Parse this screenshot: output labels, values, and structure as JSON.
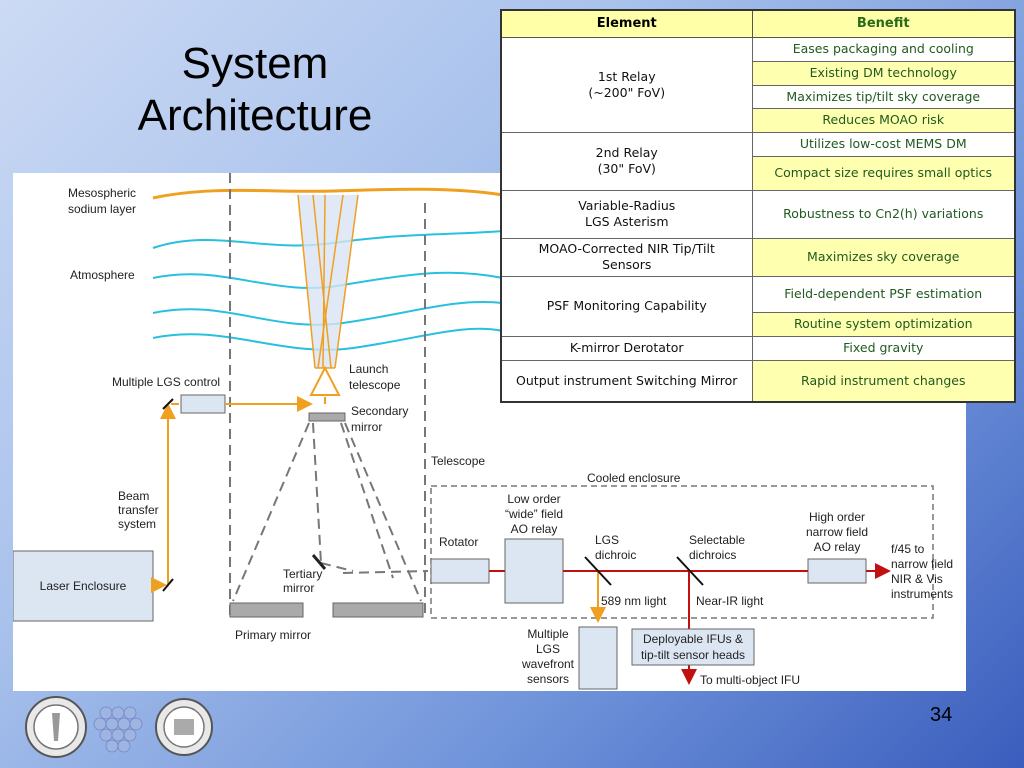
{
  "slide": {
    "title_line1": "System",
    "title_line2": "Architecture",
    "page_number": "34"
  },
  "table": {
    "headers": [
      "Element",
      "Benefit"
    ],
    "rows": [
      {
        "element_lines": [
          "1st Relay",
          "(~200\" FoV)"
        ],
        "benefits": [
          "Eases packaging and cooling",
          "Existing DM technology",
          "Maximizes tip/tilt sky coverage",
          "Reduces MOAO risk"
        ]
      },
      {
        "element_lines": [
          "2nd Relay",
          "(30\" FoV)"
        ],
        "benefits": [
          "Utilizes low-cost MEMS DM",
          "Compact size requires small optics"
        ]
      },
      {
        "element_lines": [
          "Variable-Radius",
          "LGS Asterism"
        ],
        "benefits": [
          "Robustness to Cn2(h) variations"
        ]
      },
      {
        "element_lines": [
          "MOAO-Corrected NIR Tip/Tilt",
          "Sensors"
        ],
        "benefits": [
          "Maximizes sky coverage"
        ]
      },
      {
        "element_lines": [
          "PSF Monitoring Capability"
        ],
        "benefits": [
          "Field-dependent PSF estimation",
          "Routine system optimization"
        ]
      },
      {
        "element_lines": [
          "K-mirror Derotator"
        ],
        "benefits": [
          "Fixed gravity"
        ]
      },
      {
        "element_lines": [
          "Output instrument Switching Mirror"
        ],
        "benefits": [
          "Rapid instrument changes"
        ]
      }
    ]
  },
  "diagram": {
    "mesospheric_line1": "Mesospheric",
    "mesospheric_line2": "sodium layer",
    "atmosphere": "Atmosphere",
    "multiple_lgs_control": "Multiple LGS control",
    "launch_line1": "Launch",
    "launch_line2": "telescope",
    "secondary_line1": "Secondary",
    "secondary_line2": "mirror",
    "telescope": "Telescope",
    "cooled_enclosure": "Cooled enclosure",
    "beam_line1": "Beam",
    "beam_line2": "transfer",
    "beam_line3": "system",
    "laser_enclosure": "Laser Enclosure",
    "rotator": "Rotator",
    "low_order_line1": "Low order",
    "low_order_line2": "“wide” field",
    "low_order_line3": "AO relay",
    "lgs_dichroic_line1": "LGS",
    "lgs_dichroic_line2": "dichroic",
    "selectable_line1": "Selectable",
    "selectable_line2": "dichroics",
    "high_order_line1": "High order",
    "high_order_line2": "narrow field",
    "high_order_line3": "AO relay",
    "output_line1": "f/45 to",
    "output_line2": "narrow field",
    "output_line3": "NIR & Vis",
    "output_line4": "instruments",
    "tertiary_line1": "Tertiary",
    "tertiary_line2": "mirror",
    "primary_mirror": "Primary mirror",
    "light_589": "589 nm light",
    "near_ir_light": "Near-IR light",
    "wfs_line1": "Multiple",
    "wfs_line2": "LGS",
    "wfs_line3": "wavefront",
    "wfs_line4": "sensors",
    "ifu_line1": "Deployable IFUs &",
    "ifu_line2": "tip-tilt sensor heads",
    "to_multi_ifu": "To multi-object IFU"
  },
  "colors": {
    "sodium_layer": "#f0a020",
    "atmosphere": "#28c0e0",
    "laser_beam": "#f0a020",
    "science_beam": "#c01010",
    "highlight_cell": "#ffffb0"
  }
}
